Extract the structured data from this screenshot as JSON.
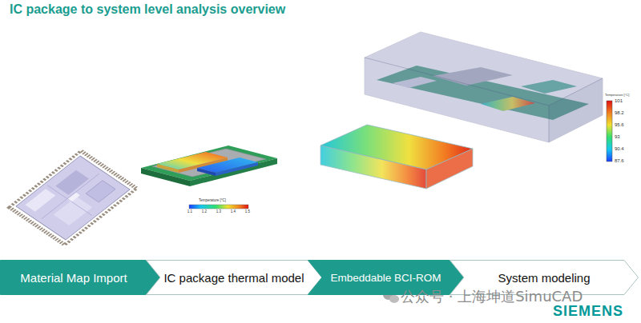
{
  "diagram": {
    "title": "IC package to system level analysis overview",
    "nodes": [
      {
        "text": [
          "Material Map Import"
        ]
      },
      {
        "text": [
          "IC package thermal model"
        ]
      },
      {
        "text": [
          "Embeddable BCI-ROM"
        ]
      },
      {
        "text": [
          "System modeling"
        ]
      }
    ],
    "labels": [
      "Temperature [°C]",
      "1.1",
      "1.2",
      "1.3",
      "1.4",
      "1.5",
      "Temperature [°C]",
      "101",
      "98.2",
      "95.6",
      "93",
      "90.4",
      "87.6",
      "公众号 · 上海坤道SimuCAD",
      "SIEMENS"
    ]
  }
}
